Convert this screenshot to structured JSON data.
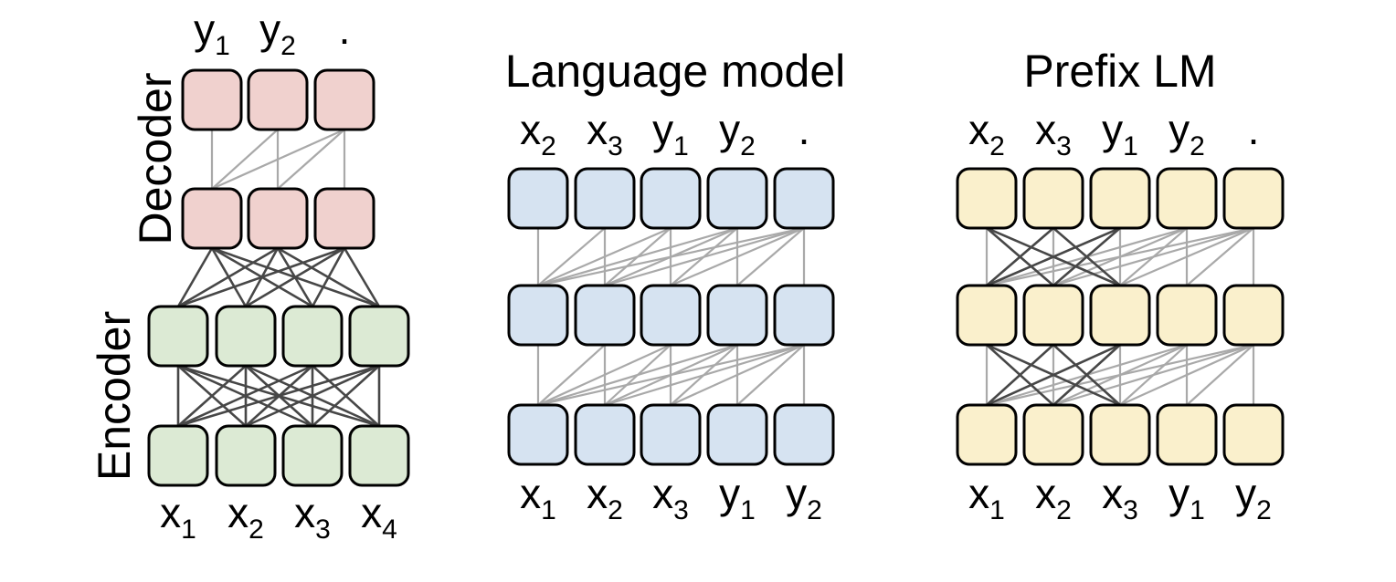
{
  "colors": {
    "background": "#ffffff",
    "box_outline": "#000000",
    "decoder_fill": "#f0d1ce",
    "encoder_fill": "#dcead4",
    "lm_fill": "#d6e3f1",
    "prefix_fill": "#faf0cc",
    "edge_light": "#a9a9a9",
    "edge_dark": "#474747",
    "text": "#000000"
  },
  "diagrams": [
    {
      "name": "encoder-decoder",
      "title": "",
      "side_labels": [
        {
          "text": "Decoder"
        },
        {
          "text": "Encoder"
        }
      ],
      "rows": [
        {
          "group": "decoder",
          "boxes": 3
        },
        {
          "group": "decoder",
          "boxes": 3
        },
        {
          "group": "encoder",
          "boxes": 4
        },
        {
          "group": "encoder",
          "boxes": 4
        }
      ],
      "top_labels": [
        {
          "base": "y",
          "sub": "1"
        },
        {
          "base": "y",
          "sub": "2"
        },
        {
          "base": ".",
          "sub": ""
        }
      ],
      "bottom_labels": [
        {
          "base": "x",
          "sub": "1"
        },
        {
          "base": "x",
          "sub": "2"
        },
        {
          "base": "x",
          "sub": "3"
        },
        {
          "base": "x",
          "sub": "4"
        }
      ],
      "gaps": [
        {
          "from_row": 0,
          "to_row": 1,
          "pattern": "causal",
          "style": "light"
        },
        {
          "from_row": 1,
          "to_row": 2,
          "pattern": "full",
          "style": "dark"
        },
        {
          "from_row": 2,
          "to_row": 3,
          "pattern": "full",
          "style": "dark"
        }
      ]
    },
    {
      "name": "language-model",
      "title": "Language model",
      "side_labels": [],
      "rows": [
        {
          "group": "lm",
          "boxes": 5
        },
        {
          "group": "lm",
          "boxes": 5
        },
        {
          "group": "lm",
          "boxes": 5
        }
      ],
      "top_labels": [
        {
          "base": "x",
          "sub": "2"
        },
        {
          "base": "x",
          "sub": "3"
        },
        {
          "base": "y",
          "sub": "1"
        },
        {
          "base": "y",
          "sub": "2"
        },
        {
          "base": ".",
          "sub": ""
        }
      ],
      "bottom_labels": [
        {
          "base": "x",
          "sub": "1"
        },
        {
          "base": "x",
          "sub": "2"
        },
        {
          "base": "x",
          "sub": "3"
        },
        {
          "base": "y",
          "sub": "1"
        },
        {
          "base": "y",
          "sub": "2"
        }
      ],
      "gaps": [
        {
          "from_row": 0,
          "to_row": 1,
          "pattern": "causal",
          "style": "light"
        },
        {
          "from_row": 1,
          "to_row": 2,
          "pattern": "causal",
          "style": "light"
        }
      ]
    },
    {
      "name": "prefix-lm",
      "title": "Prefix LM",
      "side_labels": [],
      "rows": [
        {
          "group": "prefix",
          "boxes": 5
        },
        {
          "group": "prefix",
          "boxes": 5
        },
        {
          "group": "prefix",
          "boxes": 5
        }
      ],
      "top_labels": [
        {
          "base": "x",
          "sub": "2"
        },
        {
          "base": "x",
          "sub": "3"
        },
        {
          "base": "y",
          "sub": "1"
        },
        {
          "base": "y",
          "sub": "2"
        },
        {
          "base": ".",
          "sub": ""
        }
      ],
      "bottom_labels": [
        {
          "base": "x",
          "sub": "1"
        },
        {
          "base": "x",
          "sub": "2"
        },
        {
          "base": "x",
          "sub": "3"
        },
        {
          "base": "y",
          "sub": "1"
        },
        {
          "base": "y",
          "sub": "2"
        }
      ],
      "gaps": [
        {
          "from_row": 0,
          "to_row": 1,
          "pattern": "prefix_causal",
          "prefix": 3
        },
        {
          "from_row": 1,
          "to_row": 2,
          "pattern": "prefix_causal",
          "prefix": 3
        }
      ]
    }
  ]
}
